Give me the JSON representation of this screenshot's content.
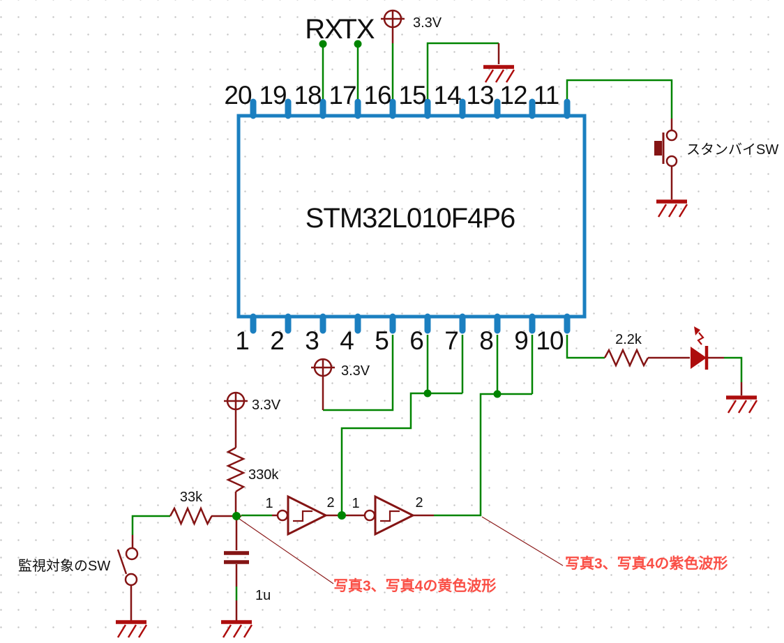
{
  "ic": {
    "name": "STM32L010F4P6",
    "top_pins": [
      "20",
      "19",
      "18",
      "17",
      "16",
      "15",
      "14",
      "13",
      "12",
      "11"
    ],
    "bottom_pins": [
      "1",
      "2",
      "3",
      "4",
      "5",
      "6",
      "7",
      "8",
      "9",
      "10"
    ]
  },
  "net_labels": {
    "rx": "RX",
    "tx": "TX"
  },
  "power_labels": {
    "top": "3.3V",
    "mid": "3.3V",
    "left": "3.3V"
  },
  "components": {
    "led_resistor": {
      "value": "2.2k"
    },
    "pullup_resistor": {
      "value": "330k"
    },
    "series_resistor": {
      "value": "33k"
    },
    "capacitor": {
      "value": "1u"
    },
    "standby_switch": {
      "label": "スタンバイSW"
    },
    "monitored_switch": {
      "label": "監視対象のSW"
    },
    "inverter1": {
      "pin_in": "1",
      "pin_out": "2"
    },
    "inverter2": {
      "pin_in": "1",
      "pin_out": "2"
    }
  },
  "annotations": {
    "yellow_waveform": "写真3、写真4の黄色波形",
    "purple_waveform": "写真3、写真4の紫色波形"
  },
  "colors": {
    "wire_green": "#008400",
    "symbol_red": "#841414",
    "ground_red": "#ad0d0d",
    "ic_blue": "#1b7fc0",
    "annotation_red": "#fa4f46",
    "grid_dot": "#c6c6c6",
    "text_black": "#101010"
  }
}
